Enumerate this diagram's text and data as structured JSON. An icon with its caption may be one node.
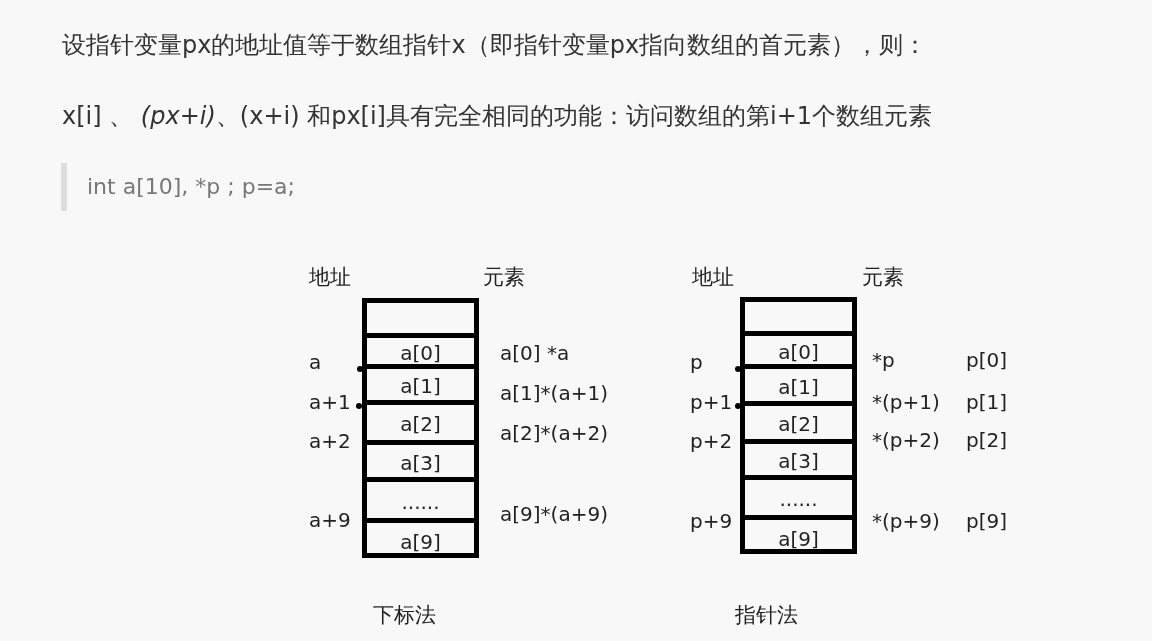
{
  "diagram": {
    "nodes": [
      {
        "text": [],
        "shape": "box"
      },
      {
        "text": [],
        "shape": "box",
        "in": 0
      },
      {
        "text": [
          "a[0]"
        ],
        "in": 0
      },
      {
        "text": [
          "a[1]"
        ],
        "in": 0
      },
      {
        "text": [
          "a[2]"
        ],
        "in": 0
      },
      {
        "text": [
          "a[3]"
        ],
        "in": 0
      },
      {
        "text": [
          "......"
        ],
        "in": 0
      },
      {
        "text": [
          "a[9]"
        ],
        "in": 0
      },
      {
        "text": [],
        "shape": "box"
      },
      {
        "text": [],
        "shape": "box",
        "in": 8
      },
      {
        "text": [
          "a[0]"
        ],
        "in": 8
      },
      {
        "text": [
          "a[1]"
        ],
        "in": 8
      },
      {
        "text": [
          "a[2]"
        ],
        "in": 8
      },
      {
        "text": [
          "a[3]"
        ],
        "in": 8
      },
      {
        "text": [
          "......"
        ],
        "in": 8
      },
      {
        "text": [
          "a[9]"
        ],
        "in": 8
      }
    ],
    "labels": [
      "设指针变量px的地址值等于数组指针x（即指针变量px指向数组的首元素），则：",
      "x[i] 、 *(px+i)*、(x+i) 和px[i]具有完全相同的功能：访问数组的第i+1个数组元素",
      "int a[10], *p ;   p=a;",
      "地址",
      "元素",
      "a",
      "a[0] *a",
      "a+1",
      "a[1]*(a+1)",
      "a+2",
      "a[2]*(a+2)",
      "a+9",
      "a[9]*(a+9)",
      "下标法",
      "地址",
      "元素",
      "p",
      "*p",
      "p[0]",
      "p+1",
      "*(p+1)",
      "p[1]",
      "p+2",
      "*(p+2)",
      "p[2]",
      "p+9",
      "*(p+9)",
      "p[9]",
      "指针法"
    ]
  }
}
